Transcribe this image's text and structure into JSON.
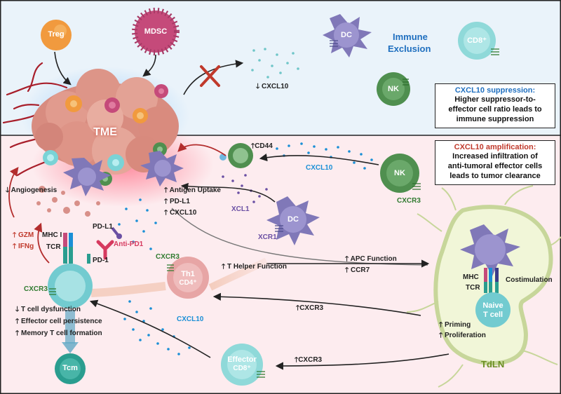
{
  "cells": {
    "treg": "Treg",
    "mdsc": "MDSC",
    "dc_top": "DC",
    "cd8_top": "CD8⁺",
    "nk_top": "NK",
    "nk_right": "NK",
    "dc_mid": "DC",
    "th1": "Th1",
    "th1_cd4": "CD4⁺",
    "tcm": "Tcm",
    "effector": "Effector",
    "effector_cd8": "CD8⁺",
    "naive": "Naive",
    "naive_tcell": "T cell",
    "tme": "TME"
  },
  "labels": {
    "immune_exclusion_1": "Immune",
    "immune_exclusion_2": "Exclusion",
    "cxcl10_down": "CXCL10",
    "cd44": "CD44",
    "cxcl10_mid": "CXCL10",
    "cxcr3_nk": "CXCR3",
    "angiogenesis": "Angiogenesis",
    "antigen_uptake": "Antigen Uptake",
    "pdl1_up": "PD-L1",
    "cxcl10_up": "CXCL10",
    "xcl1": "XCL1",
    "xcr1": "XCR1",
    "pdl1_left": "PD-L1",
    "gzm": "GZM",
    "ifng": "IFNg",
    "mhc1": "MHC I",
    "tcr_left": "TCR",
    "anti_pd1": "Anti-PD1",
    "pd1": "PD-1",
    "cxcr3_th1": "CXCR3",
    "t_helper": "T Helper Function",
    "apc_function": "APC Function",
    "ccr7": "CCR7",
    "cxcr3_left": "CXCR3",
    "tcell_dysfunction": "T cell dysfunction",
    "effector_persistence": "Effector cell persistence",
    "memory_formation": "Memory T cell formation",
    "cxcl10_lower": "CXCL10",
    "cxcr3_mid": "CXCR3",
    "cxcr3_low": "CXCR3",
    "mhc_ln": "MHC",
    "tcr_ln": "TCR",
    "costimulation": "Costimulation",
    "priming": "Priming",
    "proliferation": "Proliferation",
    "tdln": "TdLN"
  },
  "boxes": {
    "suppression_title": "CXCL10 suppression:",
    "suppression_body": [
      "Higher suppressor-to-",
      "effector cell ratio leads to",
      "immune suppression"
    ],
    "amplification_title": "CXCL10 amplification:",
    "amplification_body": [
      "Increased infiltration of",
      "anti-tumoral effector cells",
      "leads to tumor clearance"
    ]
  },
  "colors": {
    "top_panel": "#eaf3fa",
    "bottom_panel": "#fdecef",
    "cxcl10_blue": "#1a8fd6",
    "suppression_title": "#1f6fbf",
    "amplification_title": "#c0392b",
    "tumor": "#d98a80",
    "red_accent": "#d63a3a",
    "dc_purple": "#7f78b8",
    "nk_green": "#4f8f4f",
    "tcell_cyan": "#72cbd0",
    "tcm_teal": "#2a9d8f",
    "th1_pink": "#e7a5a5",
    "mdsc_magenta": "#c54a7a",
    "treg_orange": "#f19a3e",
    "tdln_green": "#6b8e23"
  },
  "arrows": {
    "up": "🡑",
    "down": "🡓"
  }
}
